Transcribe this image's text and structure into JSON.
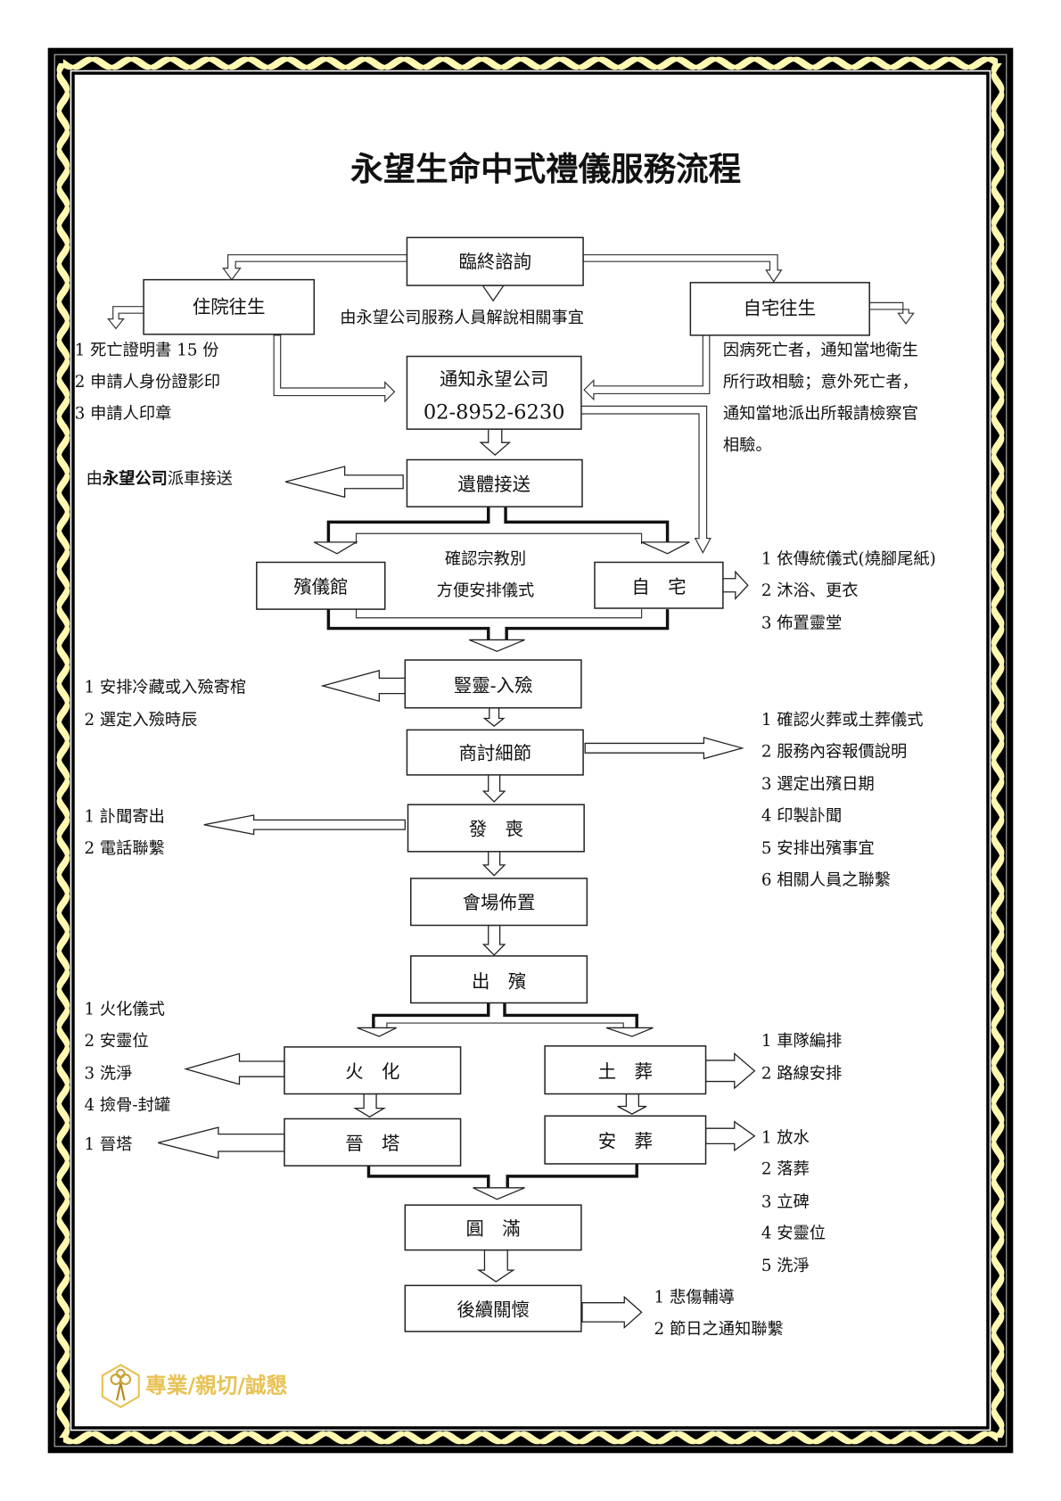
{
  "title": "永望生命中式禮儀服務流程",
  "colors": {
    "frame": "#000000",
    "ribbon": "#fff8b0",
    "logo": "#e8c254"
  },
  "nodes": {
    "consult": "臨終諮詢",
    "hospital": "住院往生",
    "home_death": "自宅往生",
    "notify_line1": "通知永望公司",
    "notify_phone": "02-8952-6230",
    "transport": "遺體接送",
    "funeral_home": "殯儀館",
    "home": "自　宅",
    "encoffin": "豎靈-入殮",
    "discuss": "商討細節",
    "announce": "發　喪",
    "venue": "會場佈置",
    "procession": "出　殯",
    "cremation": "火　化",
    "burial": "土　葬",
    "enshrine": "晉　塔",
    "inter": "安　葬",
    "complete": "圓　滿",
    "aftercare": "後續關懷"
  },
  "notes": {
    "consult_desc": "由永望公司服務人員解說相關事宜",
    "hospital_items": [
      "1  死亡證明書 15 份",
      "2  申請人身份證影印",
      "3  申請人印章"
    ],
    "home_death_desc": [
      "因病死亡者，通知當地衛生",
      "所行政相驗；意外死亡者，",
      "通知當地派出所報請檢察官",
      "相驗。"
    ],
    "transport_prefix": "由",
    "transport_company": "永望公司",
    "transport_suffix": "派車接送",
    "religion": [
      "確認宗教別",
      "方便安排儀式"
    ],
    "home_items": [
      "1 依傳統儀式(燒腳尾紙)",
      "2  沐浴、更衣",
      "3  佈置靈堂"
    ],
    "encoffin_items": [
      "1  安排冷藏或入殮寄棺",
      "2  選定入殮時辰"
    ],
    "discuss_items": [
      "1  確認火葬或土葬儀式",
      "2  服務內容報價說明",
      "3  選定出殯日期",
      "4  印製訃聞",
      "5  安排出殯事宜",
      "6  相關人員之聯繫"
    ],
    "announce_items": [
      "1  訃聞寄出",
      "2  電話聯繫"
    ],
    "cremation_items": [
      "1  火化儀式",
      "2  安靈位",
      "3  洗淨",
      "4  撿骨-封罐"
    ],
    "enshrine_items": [
      "1  晉塔"
    ],
    "burial_items": [
      "1  車隊編排",
      "2  路線安排"
    ],
    "inter_items": [
      "1  放水",
      "2  落葬",
      "3  立碑",
      "4  安靈位",
      "5  洗淨"
    ],
    "aftercare_items": [
      "1  悲傷輔導",
      "2  節日之通知聯繫"
    ]
  },
  "footer": {
    "slogan": "專業/親切/誠懇",
    "logo_icon": "hexagon-knot-logo"
  }
}
